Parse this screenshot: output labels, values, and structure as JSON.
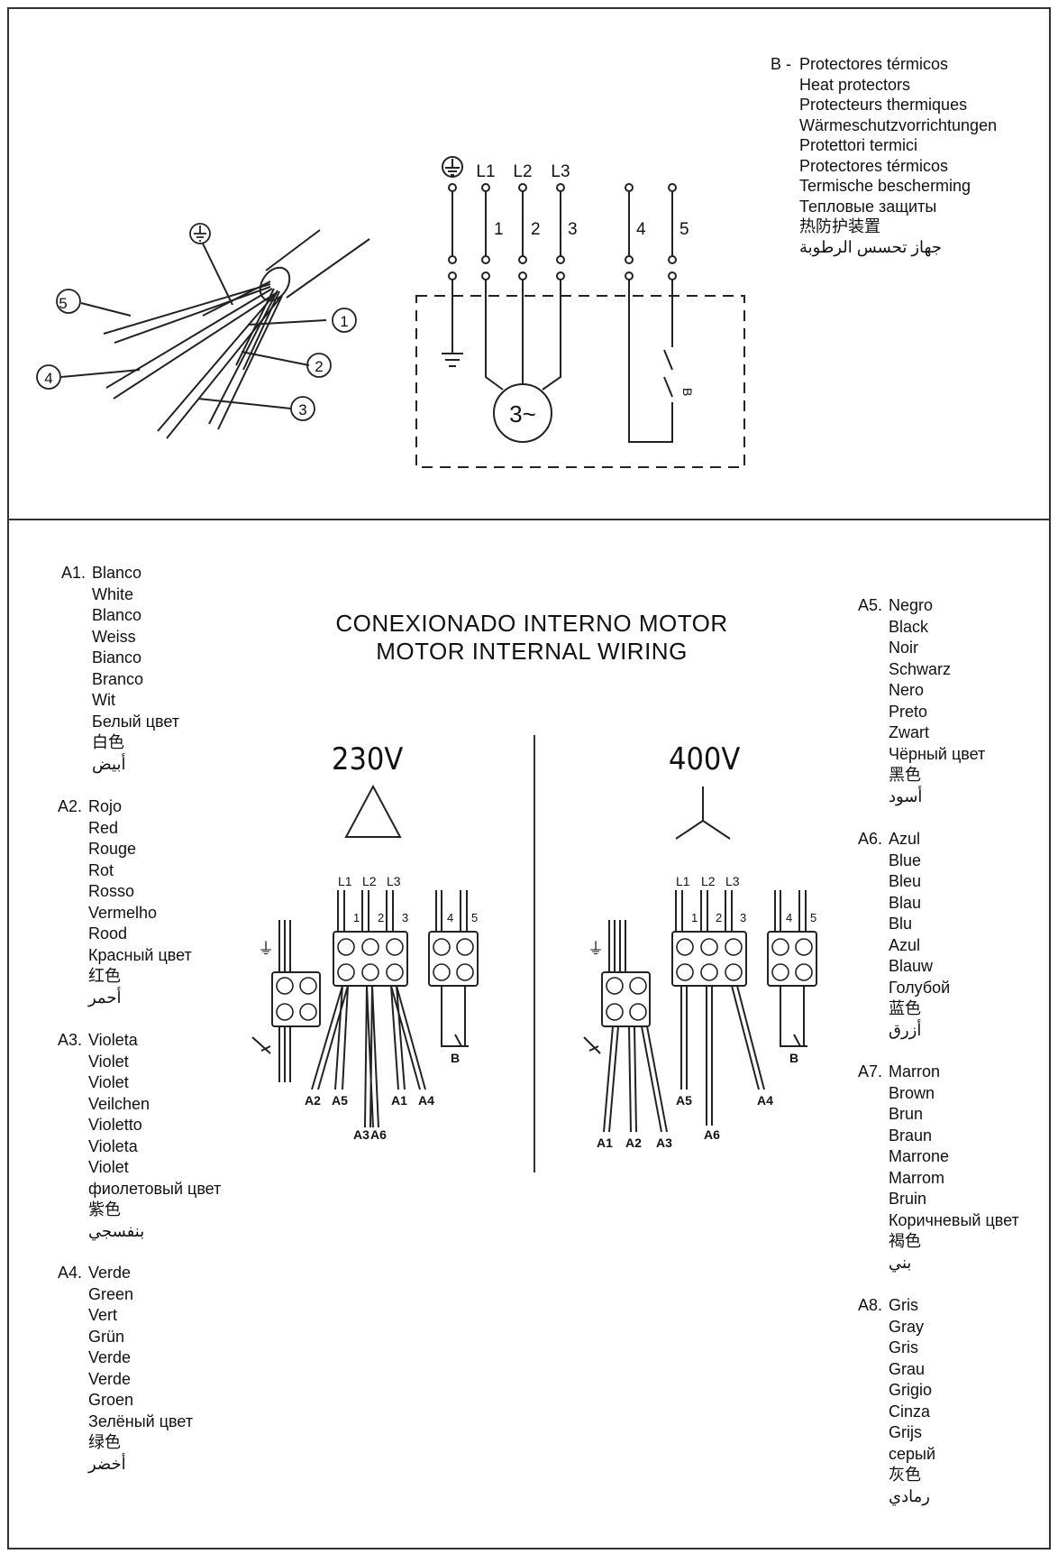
{
  "thermal_legend": {
    "code": "B -",
    "lines": [
      "Protectores térmicos",
      "Heat protectors",
      "Protecteurs thermiques",
      "Wärmeschutzvorrichtungen",
      "Protettori termici",
      "Protectores térmicos",
      "Termische bescherming",
      "Тепловые защиты",
      "热防护装置",
      "جهاز تحسس الرطوبة"
    ]
  },
  "schematic": {
    "phases": [
      "L1",
      "L2",
      "L3"
    ],
    "terminals": [
      "1",
      "2",
      "3",
      "4",
      "5"
    ],
    "motor": "3~",
    "protector": "B"
  },
  "cable": {
    "labels": [
      "5",
      "1",
      "2",
      "4",
      "3"
    ]
  },
  "title": {
    "line1": "CONEXIONADO INTERNO MOTOR",
    "line2": "MOTOR INTERNAL WIRING"
  },
  "voltages": {
    "left": "230V",
    "right": "400V"
  },
  "wiring_230": {
    "phases": [
      "L1",
      "L2",
      "L3"
    ],
    "terminals": [
      "1",
      "2",
      "3",
      "4",
      "5"
    ],
    "wires_bottom": [
      "A2",
      "A5",
      "A1",
      "A4"
    ],
    "wires_lower": [
      "A3",
      "A6"
    ],
    "protector": "B"
  },
  "wiring_400": {
    "phases": [
      "L1",
      "L2",
      "L3"
    ],
    "terminals": [
      "1",
      "2",
      "3",
      "4",
      "5"
    ],
    "wires_bottom": [
      "A5",
      "A4"
    ],
    "wires_lower": [
      "A6"
    ],
    "wires_left": [
      "A1",
      "A2",
      "A3"
    ],
    "protector": "B"
  },
  "colors_left": [
    {
      "code": "A1.",
      "names": [
        "Blanco",
        "White",
        "Blanco",
        "Weiss",
        "Bianco",
        "Branco",
        "Wit",
        "Белый цвет",
        "白色",
        "أبيض"
      ]
    },
    {
      "code": "A2.",
      "names": [
        "Rojo",
        "Red",
        "Rouge",
        "Rot",
        "Rosso",
        "Vermelho",
        "Rood",
        "Красный цвет",
        "红色",
        "أحمر"
      ]
    },
    {
      "code": "A3.",
      "names": [
        "Violeta",
        "Violet",
        "Violet",
        "Veilchen",
        "Violetto",
        "Violeta",
        "Violet",
        "фиолетовый цвет",
        "紫色",
        "بنفسجي"
      ]
    },
    {
      "code": "A4.",
      "names": [
        "Verde",
        "Green",
        "Vert",
        "Grün",
        "Verde",
        "Verde",
        "Groen",
        "Зелёный цвет",
        "绿色",
        "أخضر"
      ]
    }
  ],
  "colors_right": [
    {
      "code": "A5.",
      "names": [
        "Negro",
        "Black",
        "Noir",
        "Schwarz",
        "Nero",
        "Preto",
        "Zwart",
        "Чёрный цвет",
        "黑色",
        "أسود"
      ]
    },
    {
      "code": "A6.",
      "names": [
        "Azul",
        "Blue",
        "Bleu",
        "Blau",
        "Blu",
        "Azul",
        "Blauw",
        "Голубой",
        "蓝色",
        "أزرق"
      ]
    },
    {
      "code": "A7.",
      "names": [
        "Marron",
        "Brown",
        "Brun",
        "Braun",
        "Marrone",
        "Marrom",
        "Bruin",
        "Коричневый цвет",
        "褐色",
        "بني"
      ]
    },
    {
      "code": "A8.",
      "names": [
        "Gris",
        "Gray",
        "Gris",
        "Grau",
        "Grigio",
        "Cinza",
        "Grijs",
        "серый",
        "灰色",
        "رمادي"
      ]
    }
  ]
}
